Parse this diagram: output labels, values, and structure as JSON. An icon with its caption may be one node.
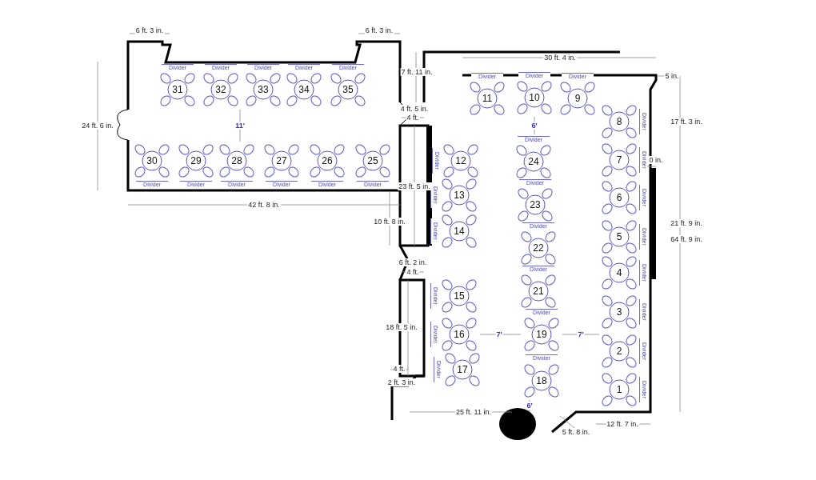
{
  "diagram": {
    "nodes": [
      {
        "text": [
          "31"
        ],
        "beside": [
          "Divider"
        ]
      },
      {
        "text": [
          "32"
        ],
        "beside": [
          "Divider"
        ]
      },
      {
        "text": [
          "33"
        ],
        "beside": [
          "Divider"
        ]
      },
      {
        "text": [
          "34"
        ],
        "beside": [
          "Divider"
        ]
      },
      {
        "text": [
          "35"
        ],
        "beside": [
          "Divider"
        ]
      },
      {
        "text": [
          "30"
        ],
        "beside": [
          "Divider"
        ]
      },
      {
        "text": [
          "29"
        ],
        "beside": [
          "Divider"
        ]
      },
      {
        "text": [
          "28"
        ],
        "beside": [
          "Divider"
        ]
      },
      {
        "text": [
          "27"
        ],
        "beside": [
          "Divider"
        ]
      },
      {
        "text": [
          "26"
        ],
        "beside": [
          "Divider"
        ]
      },
      {
        "text": [
          "25"
        ],
        "beside": [
          "Divider"
        ]
      },
      {
        "text": [
          "11"
        ],
        "beside": [
          "Divider"
        ]
      },
      {
        "text": [
          "10"
        ],
        "beside": [
          "Divider"
        ]
      },
      {
        "text": [
          "9"
        ],
        "beside": [
          "Divider"
        ]
      },
      {
        "text": [
          "8"
        ],
        "beside": [
          "Divider"
        ]
      },
      {
        "text": [
          "12"
        ],
        "beside": [
          "Divider"
        ]
      },
      {
        "text": [
          "7"
        ],
        "beside": [
          "Divider"
        ]
      },
      {
        "text": [
          "24"
        ],
        "beside": [
          "Divider"
        ]
      },
      {
        "text": [
          "13"
        ],
        "beside": [
          "Divider"
        ]
      },
      {
        "text": [
          "6"
        ],
        "beside": [
          "Divider"
        ]
      },
      {
        "text": [
          "23"
        ],
        "beside": [
          "Divider"
        ]
      },
      {
        "text": [
          "14"
        ],
        "beside": [
          "Divider"
        ]
      },
      {
        "text": [
          "5"
        ],
        "beside": [
          "Divider"
        ]
      },
      {
        "text": [
          "22"
        ],
        "beside": [
          "Divider"
        ]
      },
      {
        "text": [
          "4"
        ],
        "beside": [
          "Divider"
        ]
      },
      {
        "text": [
          "21"
        ],
        "beside": [
          "Divider"
        ]
      },
      {
        "text": [
          "15"
        ],
        "beside": [
          "Divider"
        ]
      },
      {
        "text": [
          "3"
        ],
        "beside": [
          "Divider"
        ]
      },
      {
        "text": [
          "19"
        ],
        "beside": [
          "Divider",
          "Divider"
        ]
      },
      {
        "text": [
          "16"
        ],
        "beside": [
          "Divider"
        ]
      },
      {
        "text": [
          "2"
        ],
        "beside": [
          "Divider"
        ]
      },
      {
        "text": [
          "18"
        ]
      },
      {
        "text": [
          "17"
        ],
        "beside": [
          "Divider"
        ]
      },
      {
        "text": [
          "1"
        ],
        "beside": [
          "Divider"
        ]
      }
    ],
    "labels": [
      "6 ft. 3 in.",
      "6 ft. 3 in.",
      "30 ft. 4 in.",
      "7 ft. 11 in.",
      "5 in.",
      "4 ft. 5 in.",
      "4 ft.",
      "24 ft. 6 in.",
      "11'",
      "6'",
      "17 ft. 3 in.",
      "0 in.",
      "23 ft. 5 in.",
      "42 ft. 8 in.",
      "10 ft. 8 in.",
      "21 ft. 9 in.",
      "64 ft. 9 in.",
      "6 ft. 2 in.",
      "4 ft.",
      "18 ft. 5 in.",
      "7'",
      "7'",
      "4 ft.",
      "2 ft. 3 in.",
      "6'",
      "25 ft. 11 in.",
      "12 ft. 7 in.",
      "5 ft. 8 in."
    ]
  }
}
